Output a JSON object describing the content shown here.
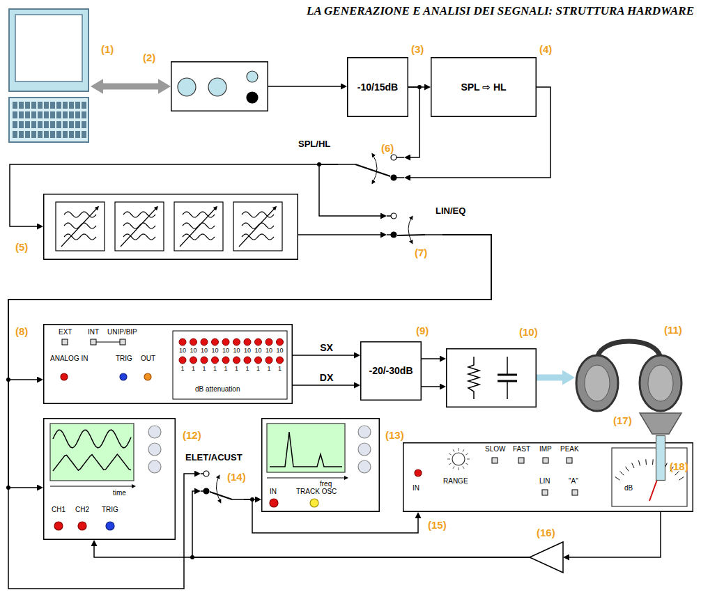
{
  "diagram": {
    "title": "LA GENERAZIONE E ANALISI DEI SEGNALI: STRUTTURA HARDWARE",
    "nodes": [
      {
        "text": [
          "(1)"
        ]
      },
      {
        "text": [
          "(2)"
        ]
      },
      {
        "text": [
          "-10/15dB",
          "(3)"
        ]
      },
      {
        "text": [
          "SPL ⇨ HL",
          "(4)"
        ]
      },
      {
        "text": [
          "SPL/HL",
          "(6)"
        ]
      },
      {
        "text": [
          "(5)"
        ]
      },
      {
        "text": [
          "LIN/EQ",
          "(7)"
        ]
      },
      {
        "text": [
          "(8)",
          "EXT",
          "INT",
          "UNIP/BIP",
          "ANALOG IN",
          "TRIG",
          "OUT",
          "10",
          "10",
          "10",
          "10",
          "10",
          "10",
          "10",
          "10",
          "10",
          "10",
          "1",
          "1",
          "1",
          "1",
          "1",
          "1",
          "1",
          "1",
          "1",
          "1",
          "dB attenuation"
        ]
      },
      {
        "text": [
          "-20/-30dB",
          "(9)"
        ]
      },
      {
        "text": [
          "(10)"
        ]
      },
      {
        "text": [
          "(11)"
        ]
      },
      {
        "text": [
          "(12)",
          "time",
          "CH1",
          "CH2",
          "TRIG"
        ]
      },
      {
        "text": [
          "ELET/ACUST",
          "(14)"
        ]
      },
      {
        "text": [
          "(13)",
          "freq",
          "IN",
          "TRACK OSC"
        ]
      },
      {
        "text": [
          "(15)",
          "IN",
          "RANGE",
          "SLOW",
          "FAST",
          "IMP",
          "PEAK",
          "LIN",
          "\"A\"",
          "dB"
        ]
      },
      {
        "text": [
          "(16)"
        ]
      },
      {
        "text": [
          "(17)"
        ]
      },
      {
        "text": [
          "(18)"
        ]
      }
    ],
    "edges": [
      {
        "from": 0,
        "to": 1,
        "arrow": "both"
      },
      {
        "from": 1,
        "to": 2,
        "arrow": "to"
      },
      {
        "from": 2,
        "to": 3,
        "arrow": "to"
      },
      {
        "from": 2,
        "to": 4,
        "arrow": "to"
      },
      {
        "from": 3,
        "to": 4,
        "arrow": "to"
      },
      {
        "from": 4,
        "to": 5,
        "arrow": "to"
      },
      {
        "from": 4,
        "to": 6,
        "arrow": "to"
      },
      {
        "from": 5,
        "to": 6,
        "arrow": "to"
      },
      {
        "from": 6,
        "to": 7,
        "arrow": "to"
      },
      {
        "from": 6,
        "to": 11,
        "arrow": "to"
      },
      {
        "from": 6,
        "to": 12,
        "arrow": "to"
      },
      {
        "from": 7,
        "to": 8,
        "label": "SX",
        "arrow": "to"
      },
      {
        "from": 7,
        "to": 8,
        "label": "DX",
        "arrow": "to"
      },
      {
        "from": 8,
        "to": 9,
        "arrow": "to"
      },
      {
        "from": 8,
        "to": 9,
        "arrow": "to"
      },
      {
        "from": 9,
        "to": 10,
        "arrow": "to"
      },
      {
        "from": 12,
        "to": 13,
        "arrow": "to"
      },
      {
        "from": 12,
        "to": 14,
        "arrow": "to"
      },
      {
        "from": 17,
        "to": 15,
        "arrow": "to"
      },
      {
        "from": 15,
        "to": 12,
        "arrow": "to"
      },
      {
        "from": 15,
        "to": 11,
        "arrow": "to"
      }
    ]
  }
}
